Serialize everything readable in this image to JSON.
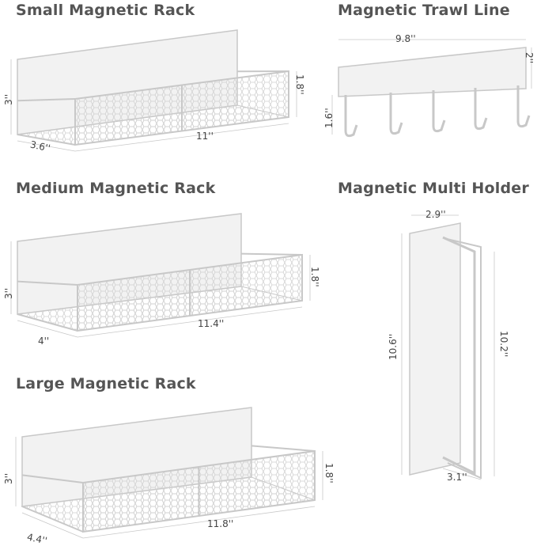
{
  "products": {
    "small_rack": {
      "title": "Small Magnetic Rack",
      "height": "3''",
      "depth": "3.6''",
      "length": "11''",
      "basket_height": "1.8''"
    },
    "trawl_line": {
      "title": "Magnetic Trawl Line",
      "length": "9.8''",
      "height": "2''",
      "hook_depth": "1.6''"
    },
    "medium_rack": {
      "title": "Medium Magnetic Rack",
      "height": "3''",
      "depth": "4''",
      "length": "11.4''",
      "basket_height": "1.8''"
    },
    "multi_holder": {
      "title": "Magnetic Multi Holder",
      "width": "2.9''",
      "plate_height": "10.6''",
      "rod_height": "10.2''",
      "depth": "3.1''"
    },
    "large_rack": {
      "title": "Large Magnetic Rack",
      "height": "3''",
      "depth": "4.4''",
      "length": "11.8''",
      "basket_height": "1.8''"
    }
  },
  "colors": {
    "stroke": "#c8c8c8",
    "panel": "#f2f2f2",
    "text": "#555555"
  }
}
